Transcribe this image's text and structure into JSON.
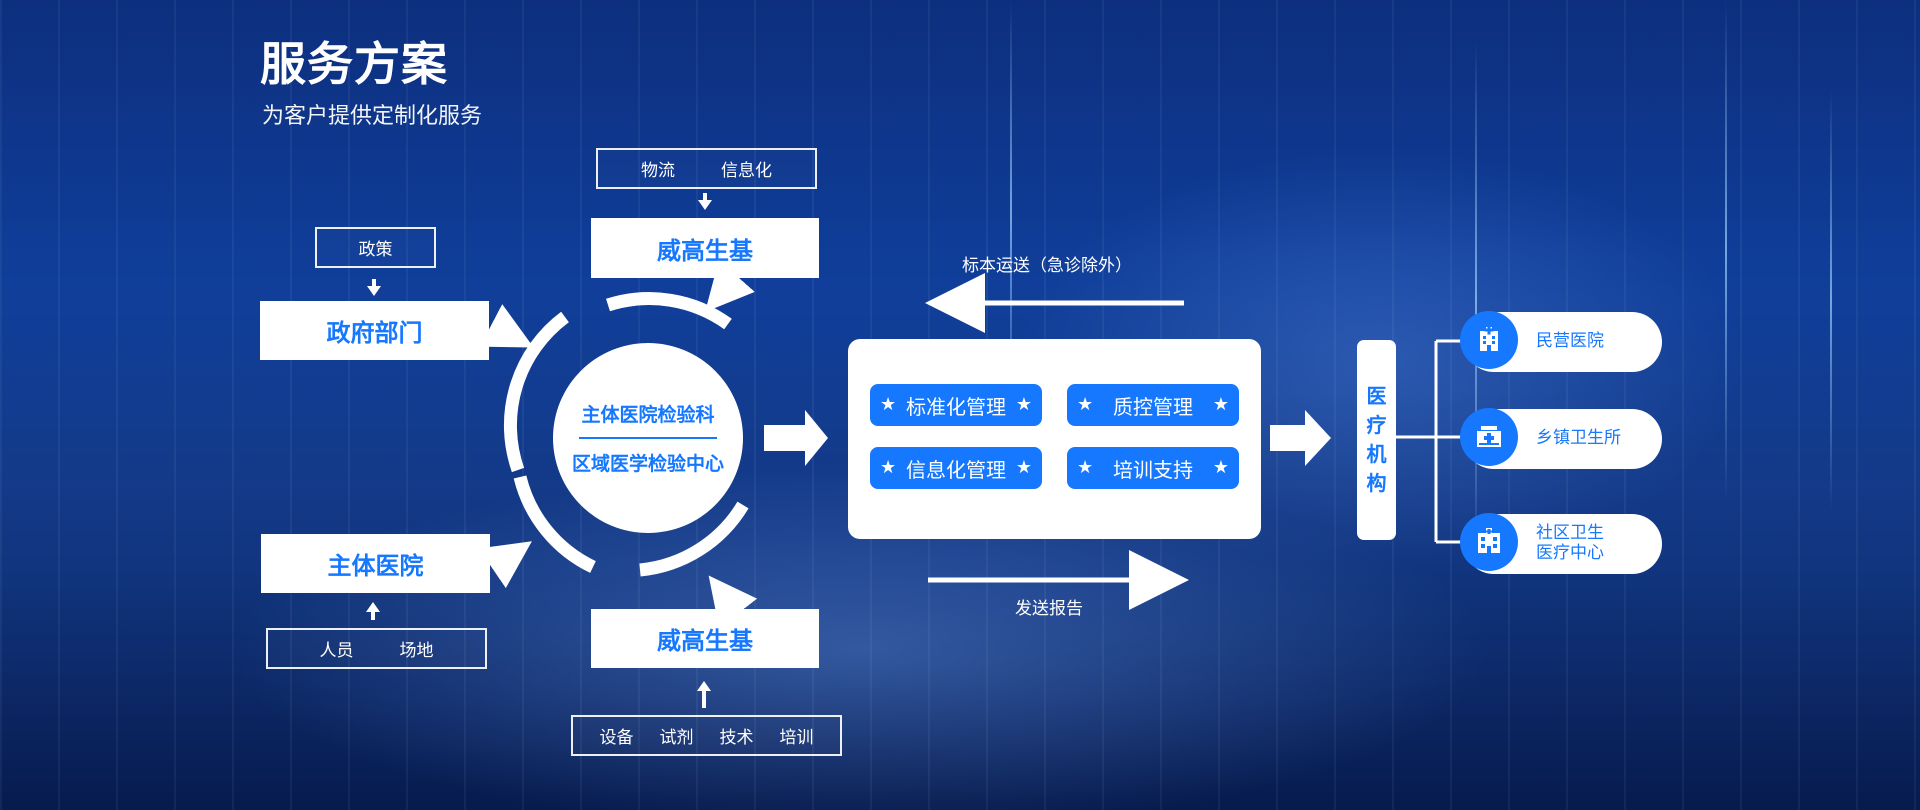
{
  "header": {
    "title": "服务方案",
    "subtitle": "为客户提供定制化服务"
  },
  "inputs": {
    "top": {
      "items": [
        "物流",
        "信息化"
      ],
      "box_label": "威高生基"
    },
    "left_top": {
      "items": [
        "政策"
      ],
      "box_label": "政府部门"
    },
    "left_bottom": {
      "items": [
        "人员",
        "场地"
      ],
      "box_label": "主体医院"
    },
    "bottom": {
      "items": [
        "设备",
        "试剂",
        "技术",
        "培训"
      ],
      "box_label": "威高生基"
    }
  },
  "center": {
    "line1": "主体医院检验科",
    "line2": "区域医学检验中心"
  },
  "services": [
    "标准化管理",
    "质控管理",
    "信息化管理",
    "培训支持"
  ],
  "flows": {
    "specimen_transport": "标本运送（急诊除外）",
    "send_report": "发送报告"
  },
  "medical_institutions": {
    "label": "医疗机构",
    "chars": [
      "医",
      "疗",
      "机",
      "构"
    ],
    "facilities": [
      {
        "name": "民营医院",
        "icon": "hospital-building-icon"
      },
      {
        "name": "乡镇卫生所",
        "icon": "clinic-icon"
      },
      {
        "name_lines": [
          "社区卫生",
          "医疗中心"
        ],
        "icon": "community-health-center-icon"
      }
    ]
  }
}
